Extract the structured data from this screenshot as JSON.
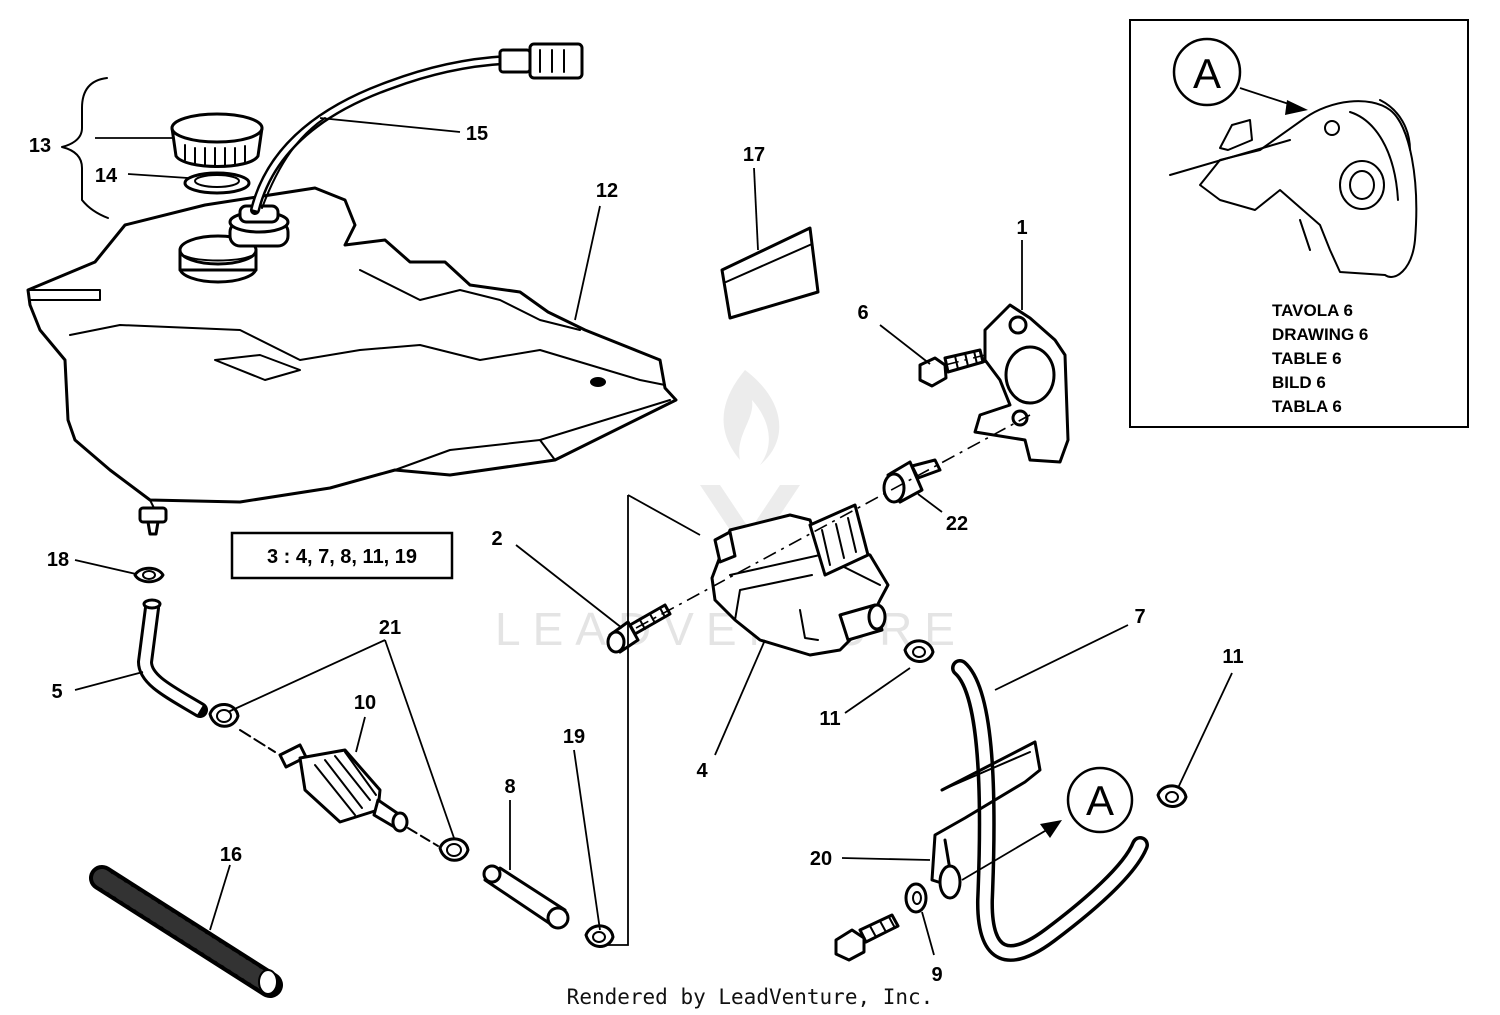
{
  "watermark": "LEADVENTURE",
  "footer": "Rendered by LeadVenture, Inc.",
  "kit_box": "3 : 4, 7, 8, 11, 19",
  "callouts": {
    "c1": "1",
    "c2": "2",
    "c4": "4",
    "c5": "5",
    "c6": "6",
    "c7": "7",
    "c8": "8",
    "c9": "9",
    "c10": "10",
    "c11a": "11",
    "c11b": "11",
    "c12": "12",
    "c13": "13",
    "c14": "14",
    "c15": "15",
    "c16": "16",
    "c17": "17",
    "c18": "18",
    "c19": "19",
    "c20": "20",
    "c21": "21",
    "c22": "22"
  },
  "ref_marker": "A",
  "inset": {
    "marker": "A",
    "lines": [
      "TAVOLA 6",
      "DRAWING 6",
      "TABLE 6",
      "BILD 6",
      "TABLA 6"
    ]
  }
}
